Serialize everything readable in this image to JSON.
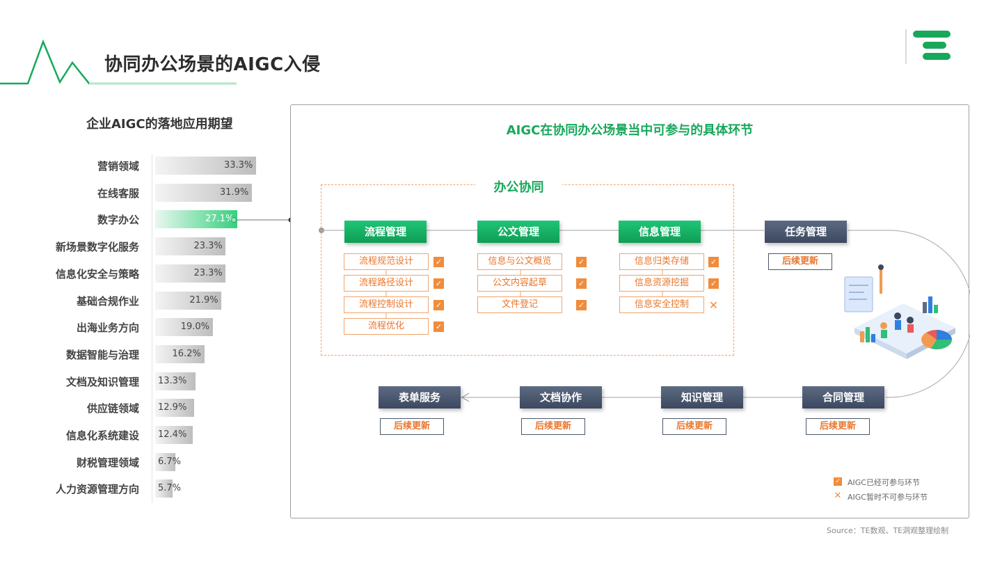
{
  "page_title": "协同办公场景的AIGC入侵",
  "colors": {
    "accent_green": "#17a85a",
    "bar_gray": "#bdbdbd",
    "bar_highlight": "#38cf7e",
    "orange": "#f08c3c",
    "navy": "#3b4860"
  },
  "chart_data": {
    "type": "bar",
    "orientation": "horizontal",
    "title": "企业AIGC的落地应用期望",
    "categories": [
      "营销领域",
      "在线客服",
      "数字办公",
      "新场景数字化服务",
      "信息化安全与策略",
      "基础合规作业",
      "出海业务方向",
      "数据智能与治理",
      "文档及知识管理",
      "供应链领域",
      "信息化系统建设",
      "财税管理领域",
      "人力资源管理方向"
    ],
    "values": [
      33.3,
      31.9,
      27.1,
      23.3,
      23.3,
      21.9,
      19.0,
      16.2,
      13.3,
      12.9,
      12.4,
      6.7,
      5.7
    ],
    "value_labels": [
      "33.3%",
      "31.9%",
      "27.1%",
      "23.3%",
      "23.3%",
      "21.9%",
      "19.0%",
      "16.2%",
      "13.3%",
      "12.9%",
      "12.4%",
      "6.7%",
      "5.7%"
    ],
    "highlight_index": 2,
    "xlim": [
      0,
      33.3
    ]
  },
  "diagram": {
    "title": "AIGC在协同办公场景当中可参与的具体环节",
    "office_group_label": "办公协同",
    "later_label": "后续更新",
    "modules": [
      {
        "name": "流程管理",
        "items": [
          {
            "label": "流程规范设计",
            "status": "check"
          },
          {
            "label": "流程路径设计",
            "status": "check"
          },
          {
            "label": "流程控制设计",
            "status": "check"
          },
          {
            "label": "流程优化",
            "status": "check"
          }
        ]
      },
      {
        "name": "公文管理",
        "items": [
          {
            "label": "信息与公文概览",
            "status": "check"
          },
          {
            "label": "公文内容起草",
            "status": "check"
          },
          {
            "label": "文件登记",
            "status": "check"
          }
        ]
      },
      {
        "name": "信息管理",
        "items": [
          {
            "label": "信息归类存储",
            "status": "check"
          },
          {
            "label": "信息资源挖掘",
            "status": "check"
          },
          {
            "label": "信息安全控制",
            "status": "cross"
          }
        ]
      }
    ],
    "pending_modules": [
      "任务管理",
      "合同管理",
      "知识管理",
      "文档协作",
      "表单服务"
    ],
    "legend": {
      "check": "AIGC已经可参与环节",
      "cross": "AIGC暂时不可参与环节"
    }
  },
  "source": "Source：TE数观、TE洞观整理绘制"
}
